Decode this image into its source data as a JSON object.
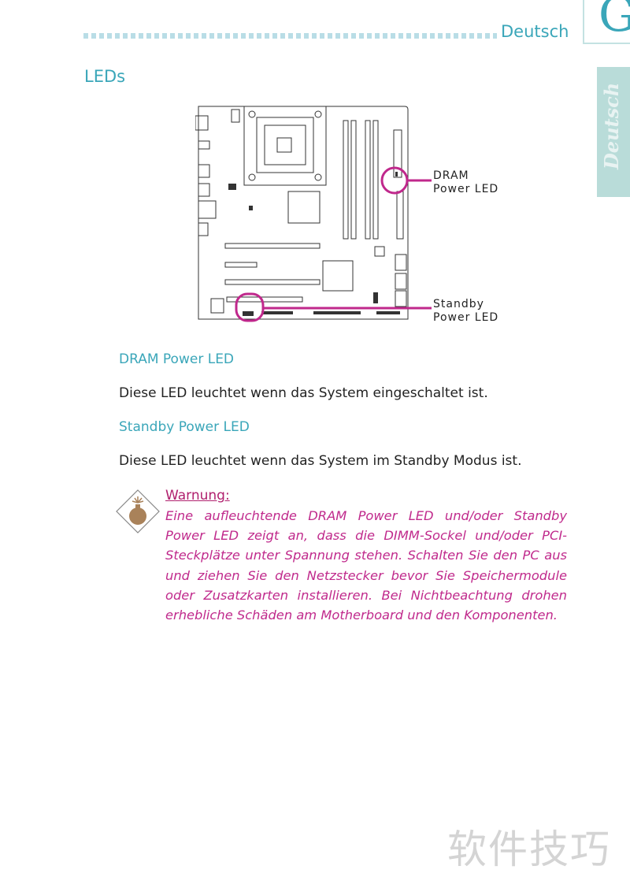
{
  "header": {
    "language": "Deutsch",
    "chapter_letter": "G"
  },
  "side_tab": {
    "label": "Deutsch"
  },
  "section_title": "LEDs",
  "diagram": {
    "callouts": [
      {
        "line1": "DRAM",
        "line2": "Power  LED"
      },
      {
        "line1": "Standby",
        "line2": "Power  LED"
      }
    ],
    "highlight_color": "#c0288c"
  },
  "items": [
    {
      "title": "DRAM Power LED",
      "text": "Diese LED leuchtet wenn das System eingeschaltet ist."
    },
    {
      "title": "Standby Power LED",
      "text": "Diese LED leuchtet wenn das System im Standby Modus ist."
    }
  ],
  "warning": {
    "title": "Warnung:",
    "icon": "bomb-warning-icon",
    "text": "Eine aufleuchtende DRAM Power LED und/oder Standby Power LED zeigt an, dass die DIMM-Sockel und/oder PCI-Steckplätze unter Spannung stehen. Schalten Sie den PC aus und ziehen Sie den Netzstecker bevor Sie Speichermodule oder Zusatzkarten installieren. Bei Nichtbeachtung drohen erhebliche Schäden am Motherboard und den Komponenten."
  },
  "watermark": "软件技巧"
}
